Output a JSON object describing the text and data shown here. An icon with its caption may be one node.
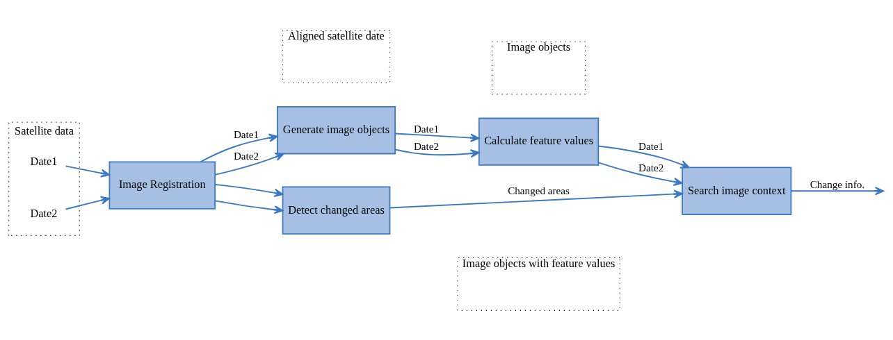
{
  "diagram": {
    "nodes": [
      {
        "text": [
          "Satellite data"
        ]
      },
      {
        "text": [
          "Date1"
        ],
        "in": 0
      },
      {
        "text": [
          "Date2"
        ],
        "in": 0
      },
      {
        "text": [
          "Image Registration"
        ]
      },
      {
        "text": [
          "Aligned satellite date"
        ]
      },
      {
        "text": [
          "Generate image objects"
        ]
      },
      {
        "text": [
          "Image objects"
        ]
      },
      {
        "text": [
          "Calculate feature values"
        ]
      },
      {
        "text": [
          "Image objects with feature values"
        ]
      },
      {
        "text": [
          "Detect changed areas"
        ]
      },
      {
        "text": [
          "Search image context"
        ]
      }
    ],
    "edges": [
      {
        "from": 1,
        "to": 3,
        "arrow": "to"
      },
      {
        "from": 2,
        "to": 3,
        "arrow": "to"
      },
      {
        "from": 3,
        "to": 5,
        "arrow": "to",
        "label": "Date1"
      },
      {
        "from": 3,
        "to": 5,
        "arrow": "to",
        "label": "Date2"
      },
      {
        "from": 3,
        "to": 9,
        "arrow": "to"
      },
      {
        "from": 3,
        "to": 9,
        "arrow": "to"
      },
      {
        "from": 5,
        "to": 7,
        "arrow": "to",
        "label": "Date1"
      },
      {
        "from": 5,
        "to": 7,
        "arrow": "to",
        "label": "Date2"
      },
      {
        "from": 7,
        "to": 10,
        "arrow": "to",
        "label": "Date1"
      },
      {
        "from": 7,
        "to": 10,
        "arrow": "to",
        "label": "Date2"
      },
      {
        "from": 9,
        "to": 10,
        "arrow": "to",
        "label": "Changed areas"
      },
      {
        "from": 10,
        "to": null,
        "arrow": "to",
        "label": "Change info."
      }
    ]
  }
}
